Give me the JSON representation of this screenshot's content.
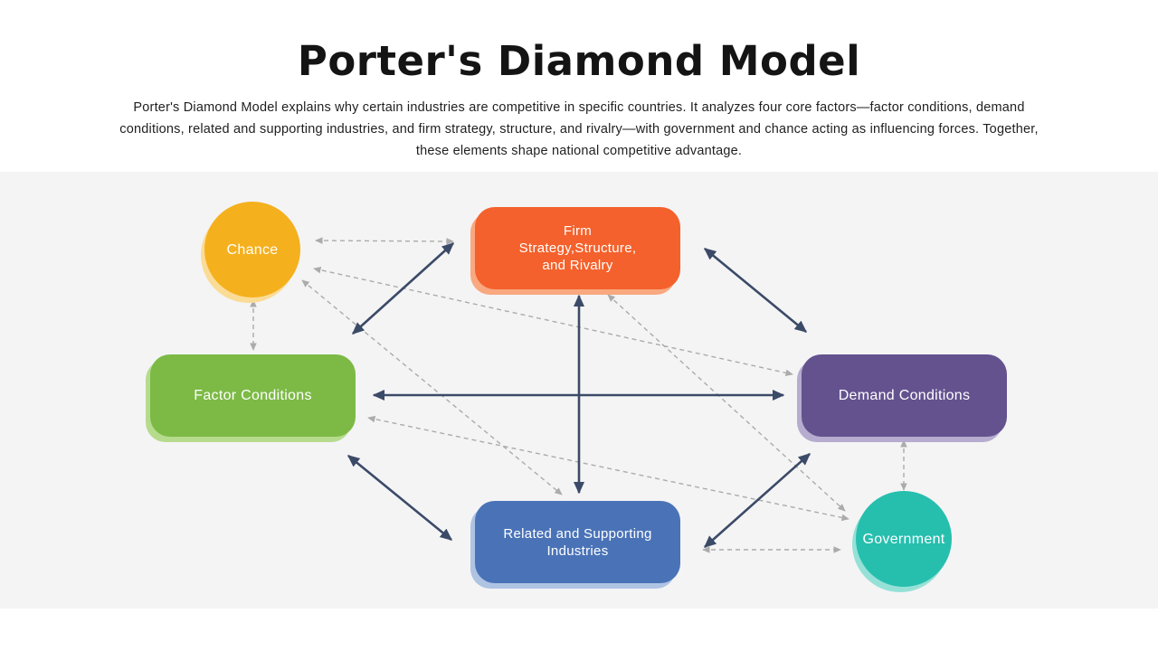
{
  "header": {
    "title": "Porter's Diamond Model",
    "description": "Porter's Diamond Model explains why certain industries are competitive in specific countries. It analyzes four core factors—factor conditions, demand conditions, related and supporting industries, and firm strategy, structure, and rivalry—with government and chance acting as influencing forces. Together, these elements shape national competitive advantage."
  },
  "diagram": {
    "nodes": {
      "chance": {
        "label": "Chance",
        "shape": "circle",
        "color": "#F5B01E"
      },
      "firm": {
        "label": "Firm\nStrategy,Structure,\nand Rivalry",
        "shape": "rounded-rect",
        "color": "#F4612C"
      },
      "factor": {
        "label": "Factor Conditions",
        "shape": "rounded-rect",
        "color": "#7CBA45"
      },
      "demand": {
        "label": "Demand Conditions",
        "shape": "rounded-rect",
        "color": "#64528F"
      },
      "related": {
        "label": "Related and Supporting\nIndustries",
        "shape": "rounded-rect",
        "color": "#4A73B7"
      },
      "government": {
        "label": "Government",
        "shape": "circle",
        "color": "#26BFAE"
      }
    },
    "connections": {
      "solid_arrow_color": "#3B4A67",
      "dashed_arrow_color": "#ABABAB",
      "arrow_style": "double-headed",
      "solid": [
        {
          "from": "factor",
          "to": "demand"
        },
        {
          "from": "firm",
          "to": "related"
        },
        {
          "from": "factor",
          "to": "firm"
        },
        {
          "from": "firm",
          "to": "demand"
        },
        {
          "from": "factor",
          "to": "related"
        },
        {
          "from": "related",
          "to": "demand"
        }
      ],
      "dashed": [
        {
          "from": "chance",
          "to": "firm"
        },
        {
          "from": "chance",
          "to": "factor"
        },
        {
          "from": "chance",
          "to": "demand"
        },
        {
          "from": "chance",
          "to": "related"
        },
        {
          "from": "government",
          "to": "demand"
        },
        {
          "from": "government",
          "to": "related"
        },
        {
          "from": "government",
          "to": "firm"
        },
        {
          "from": "government",
          "to": "factor"
        }
      ]
    },
    "canvas_background": "#F4F4F5"
  }
}
